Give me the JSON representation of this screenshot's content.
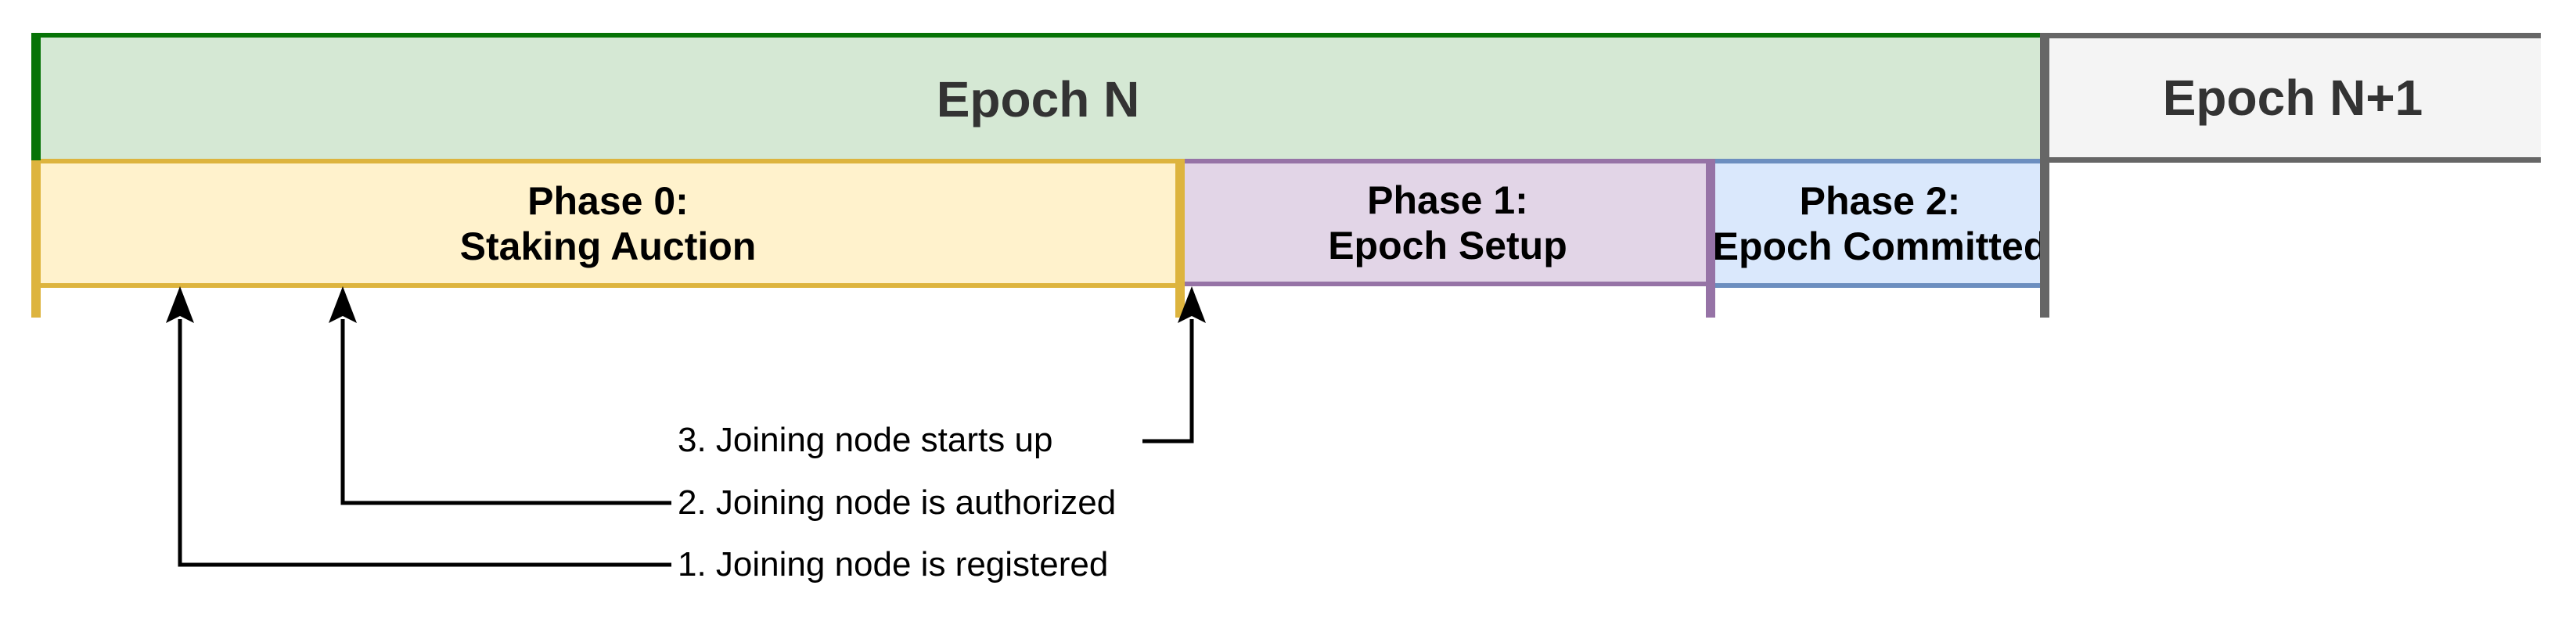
{
  "diagram": {
    "epoch_n": {
      "label": "Epoch N"
    },
    "epoch_n_plus_1": {
      "label": "Epoch N+1"
    },
    "phases": [
      {
        "line1": "Phase 0:",
        "line2": "Staking Auction"
      },
      {
        "line1": "Phase 1:",
        "line2": "Epoch Setup"
      },
      {
        "line1": "Phase 2:",
        "line2": "Epoch Committed"
      }
    ],
    "annotations": [
      {
        "text": "3. Joining node starts up"
      },
      {
        "text": "2. Joining node is authorized"
      },
      {
        "text": "1. Joining node is registered"
      }
    ],
    "colors": {
      "epoch_n_fill": "#d5e8d4",
      "epoch_n_stroke": "#067306",
      "epoch_n1_fill": "#f4f4f4",
      "epoch_n1_stroke": "#666666",
      "phase0_fill": "#fff2cc",
      "phase0_stroke": "#ddb43e",
      "phase1_fill": "#e2d5e7",
      "phase1_stroke": "#9673a6",
      "phase2_fill": "#dae8fc",
      "phase2_stroke": "#6c8ebf",
      "epoch_text": "#333333",
      "phase_text": "#000000",
      "arrow": "#000000"
    }
  }
}
